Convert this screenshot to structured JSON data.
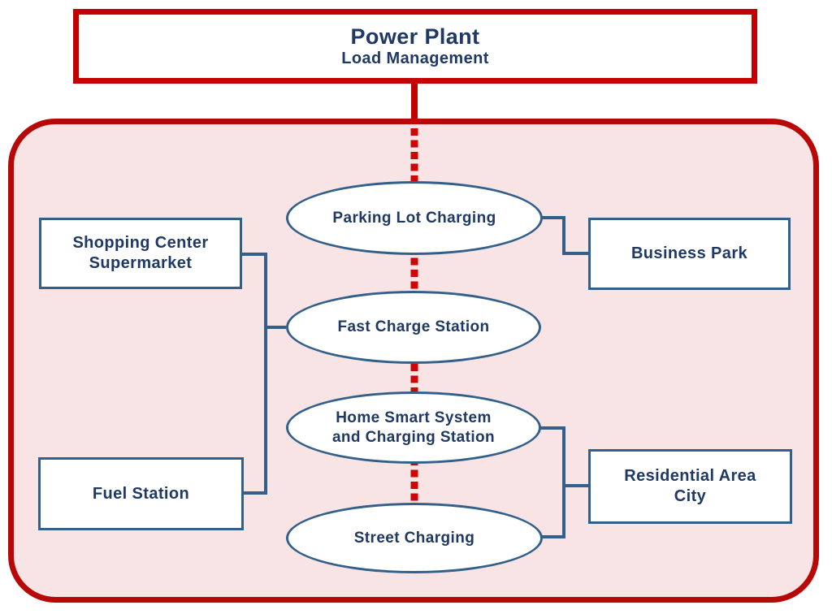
{
  "colors": {
    "red_accent": "#C40000",
    "container_border": "#B80707",
    "container_fill": "#F8E3E5",
    "navy_text": "#1F3864",
    "node_border": "#33608A",
    "node_fill": "#FFFFFF"
  },
  "nodes": {
    "power_plant": {
      "title": "Power Plant",
      "subtitle": "Load Management"
    },
    "parking_lot_charging": {
      "label": "Parking Lot Charging"
    },
    "fast_charge_station": {
      "label": "Fast Charge Station"
    },
    "home_smart_system": {
      "line1": "Home Smart System",
      "line2": "and Charging Station"
    },
    "street_charging": {
      "label": "Street Charging"
    },
    "shopping_center": {
      "line1": "Shopping Center",
      "line2": "Supermarket"
    },
    "fuel_station": {
      "label": "Fuel Station"
    },
    "business_park": {
      "label": "Business Park"
    },
    "residential_area": {
      "line1": "Residential Area",
      "line2": "City"
    }
  }
}
